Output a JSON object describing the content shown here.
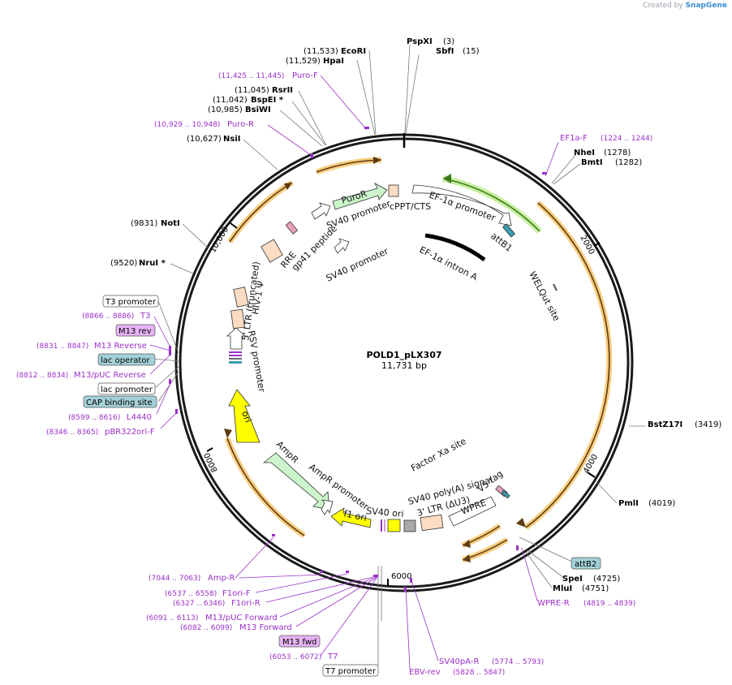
{
  "credit": {
    "prefix": "Created by",
    "brand": "SnapGene"
  },
  "map": {
    "name": "POLD1_pLX307",
    "length": "11,731 bp"
  },
  "ticks": [
    {
      "label": "2000",
      "bp": 2000
    },
    {
      "label": "4000",
      "bp": 4000
    },
    {
      "label": "6000",
      "bp": 6000
    },
    {
      "label": "8000",
      "bp": 8000
    },
    {
      "label": "10,000",
      "bp": 10000
    }
  ],
  "sites": [
    {
      "name": "PspXI",
      "pos": "(3)",
      "bp": 3
    },
    {
      "name": "SbfI",
      "pos": "(15)",
      "bp": 15
    },
    {
      "name": "NheI",
      "pos": "(1278)",
      "bp": 1278
    },
    {
      "name": "BmtI",
      "pos": "(1282)",
      "bp": 1282
    },
    {
      "name": "BstZ17I",
      "pos": "(3419)",
      "bp": 3419
    },
    {
      "name": "PmlI",
      "pos": "(4019)",
      "bp": 4019
    },
    {
      "name": "SpeI",
      "pos": "(4725)",
      "bp": 4725
    },
    {
      "name": "MluI",
      "pos": "(4751)",
      "bp": 4751
    },
    {
      "name": "NruI *",
      "pos": "(9520)",
      "bp": 9520
    },
    {
      "name": "NotI",
      "pos": "(9831)",
      "bp": 9831
    },
    {
      "name": "NsiI",
      "pos": "(10,627)",
      "bp": 10627
    },
    {
      "name": "BsiWI",
      "pos": "(10,985)",
      "bp": 10985
    },
    {
      "name": "BspEI *",
      "pos": "(11,042)",
      "bp": 11042
    },
    {
      "name": "RsrII",
      "pos": "(11,045)",
      "bp": 11045
    },
    {
      "name": "HpaI",
      "pos": "(11,529)",
      "bp": 11529
    },
    {
      "name": "EcoRI",
      "pos": "(11,533)",
      "bp": 11533
    }
  ],
  "primers": [
    {
      "name": "EF1a-F",
      "pos": "(1224 .. 1244)"
    },
    {
      "name": "WPRE-R",
      "pos": "(4819 .. 4839)"
    },
    {
      "name": "SV40pA-R",
      "pos": "(5774 .. 5793)"
    },
    {
      "name": "EBV-rev",
      "pos": "(5828 .. 5847)"
    },
    {
      "name": "T7",
      "pos": "(6053 .. 6072)"
    },
    {
      "name": "M13 Forward",
      "pos": "(6082 .. 6099)"
    },
    {
      "name": "M13/pUC Forward",
      "pos": "(6091 .. 6113)"
    },
    {
      "name": "F1ori-R",
      "pos": "(6327 .. 6346)"
    },
    {
      "name": "F1ori-F",
      "pos": "(6537 .. 6558)"
    },
    {
      "name": "Amp-R",
      "pos": "(7044 .. 7063)"
    },
    {
      "name": "pBR322ori-F",
      "pos": "(8346 .. 8365)"
    },
    {
      "name": "L4440",
      "pos": "(8599 .. 8616)"
    },
    {
      "name": "M13/pUC Reverse",
      "pos": "(8812 .. 8834)"
    },
    {
      "name": "M13 Reverse",
      "pos": "(8831 .. 8847)"
    },
    {
      "name": "T3",
      "pos": "(8866 .. 8886)"
    },
    {
      "name": "Puro-R",
      "pos": "(10,929 .. 10,948)"
    },
    {
      "name": "Puro-F",
      "pos": "(11,425 .. 11,445)"
    }
  ],
  "boxes": [
    {
      "label": "attB2",
      "style": "blue"
    },
    {
      "label": "M13 fwd",
      "style": "purple"
    },
    {
      "label": "T7 promoter",
      "style": "white"
    },
    {
      "label": "T3 promoter",
      "style": "white"
    },
    {
      "label": "M13 rev",
      "style": "purple"
    },
    {
      "label": "lac operator",
      "style": "blue"
    },
    {
      "label": "lac promoter",
      "style": "white"
    },
    {
      "label": "CAP binding site",
      "style": "blue"
    }
  ],
  "features": [
    {
      "label": "EF-1α promoter"
    },
    {
      "label": "EF-1α intron A"
    },
    {
      "label": "attB1"
    },
    {
      "label": "cPPT/CTS"
    },
    {
      "label": "PuroR"
    },
    {
      "label": "SV40 promoter"
    },
    {
      "label": "SV40 promoter"
    },
    {
      "label": "gp41 peptide"
    },
    {
      "label": "RRE"
    },
    {
      "label": "HIV-1 Ψ"
    },
    {
      "label": "5' LTR (truncated)"
    },
    {
      "label": "RSV promoter"
    },
    {
      "label": "ori"
    },
    {
      "label": "AmpR"
    },
    {
      "label": "AmpR promoter"
    },
    {
      "label": "f1 ori"
    },
    {
      "label": "SV40 ori"
    },
    {
      "label": "SV40 poly(A) signal"
    },
    {
      "label": "3' LTR (ΔU3)"
    },
    {
      "label": "WPRE"
    },
    {
      "label": "Factor Xa site"
    },
    {
      "label": "V5 tag"
    },
    {
      "label": "WELQut site"
    }
  ],
  "colors": {
    "ring": "#1a1a1a",
    "enzyme": "#000000",
    "primer": "#9b30c9",
    "orf": "#f0a63a",
    "orf_core": "#5c3b12",
    "green_arc": "#5aa832",
    "puror": "#ccf5cc",
    "ori": "#ffff00",
    "ampr": "#ccf5cc",
    "ltr": "#fcdcc2",
    "box_blue": "#a3d0d8",
    "box_purple": "#e6b3f5"
  }
}
